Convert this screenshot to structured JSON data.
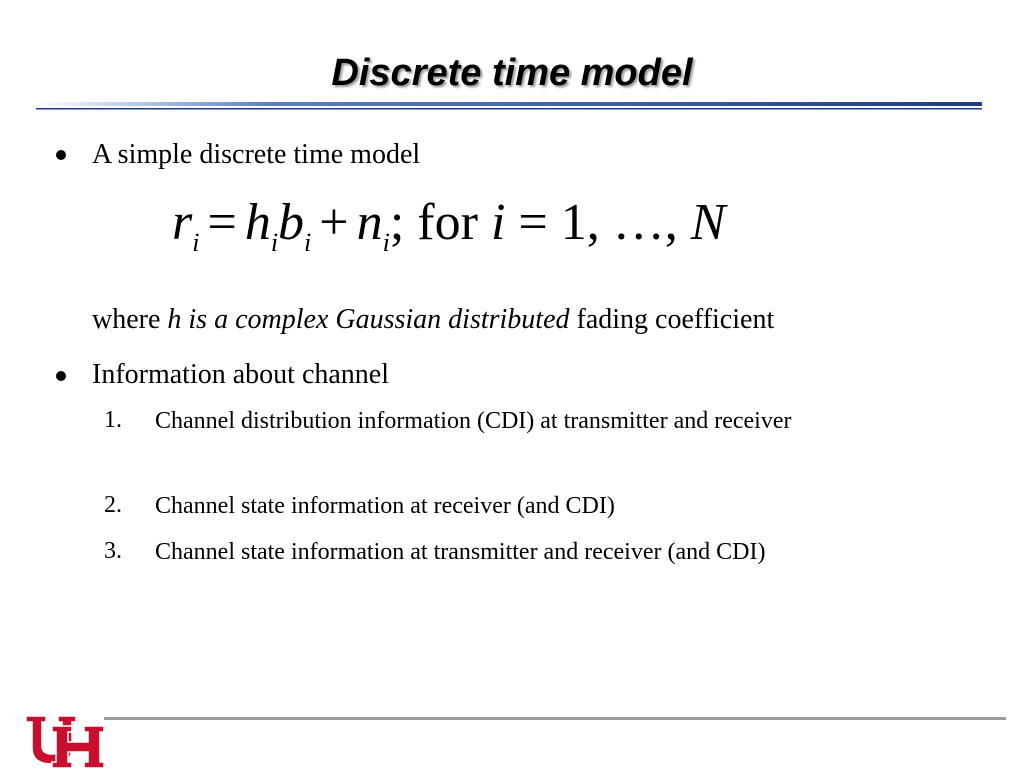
{
  "slide": {
    "title": "Discrete time model",
    "bullet1": "A simple discrete time model",
    "equation": {
      "r": "r",
      "i": "i",
      "equals": "=",
      "h": "h",
      "b": "b",
      "plus": "+",
      "n": "n",
      "semicolon_for": "; for",
      "range": "= 1, …,",
      "N": "N"
    },
    "where": {
      "prefix": "where ",
      "italic": "h is a complex Gaussian distributed",
      "suffix": " fading coefficient"
    },
    "bullet2": "Information about channel",
    "list": [
      {
        "num": "1.",
        "text": "Channel distribution information (CDI) at transmitter and receiver"
      },
      {
        "num": "2.",
        "text": "Channel state information at receiver (and CDI)"
      },
      {
        "num": "3.",
        "text": "Channel state information at transmitter and receiver (and CDI)"
      }
    ]
  },
  "colors": {
    "title_rule": "#2f4f9f",
    "logo_red": "#c8102e",
    "footer_rule": "#9c9c9c"
  },
  "icons": {
    "logo": "uh-interlocking-logo-icon"
  }
}
